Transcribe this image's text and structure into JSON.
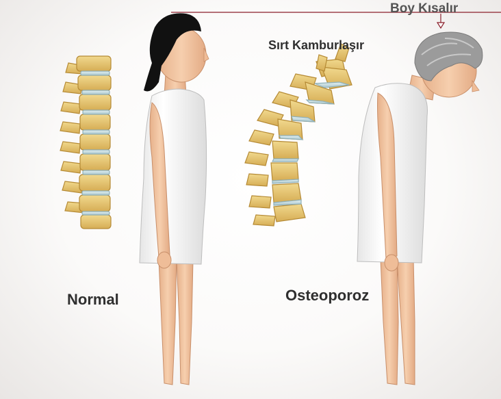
{
  "labels": {
    "height_loss": "Boy Kısalır",
    "hunched_back": "Sırt Kamburlaşır",
    "normal": "Normal",
    "osteoporosis": "Osteoporoz"
  },
  "colors": {
    "bone": "#e8c874",
    "bone_shadow": "#c49a3c",
    "disc": "#c6dde2",
    "skin": "#f2c7a4",
    "dress": "#fbfbfb",
    "hair_dark": "#111111",
    "hair_gray": "#9b9b9b",
    "reference_line": "#8a1f2b"
  },
  "icons": {
    "arrow": "arrow-down-icon"
  }
}
